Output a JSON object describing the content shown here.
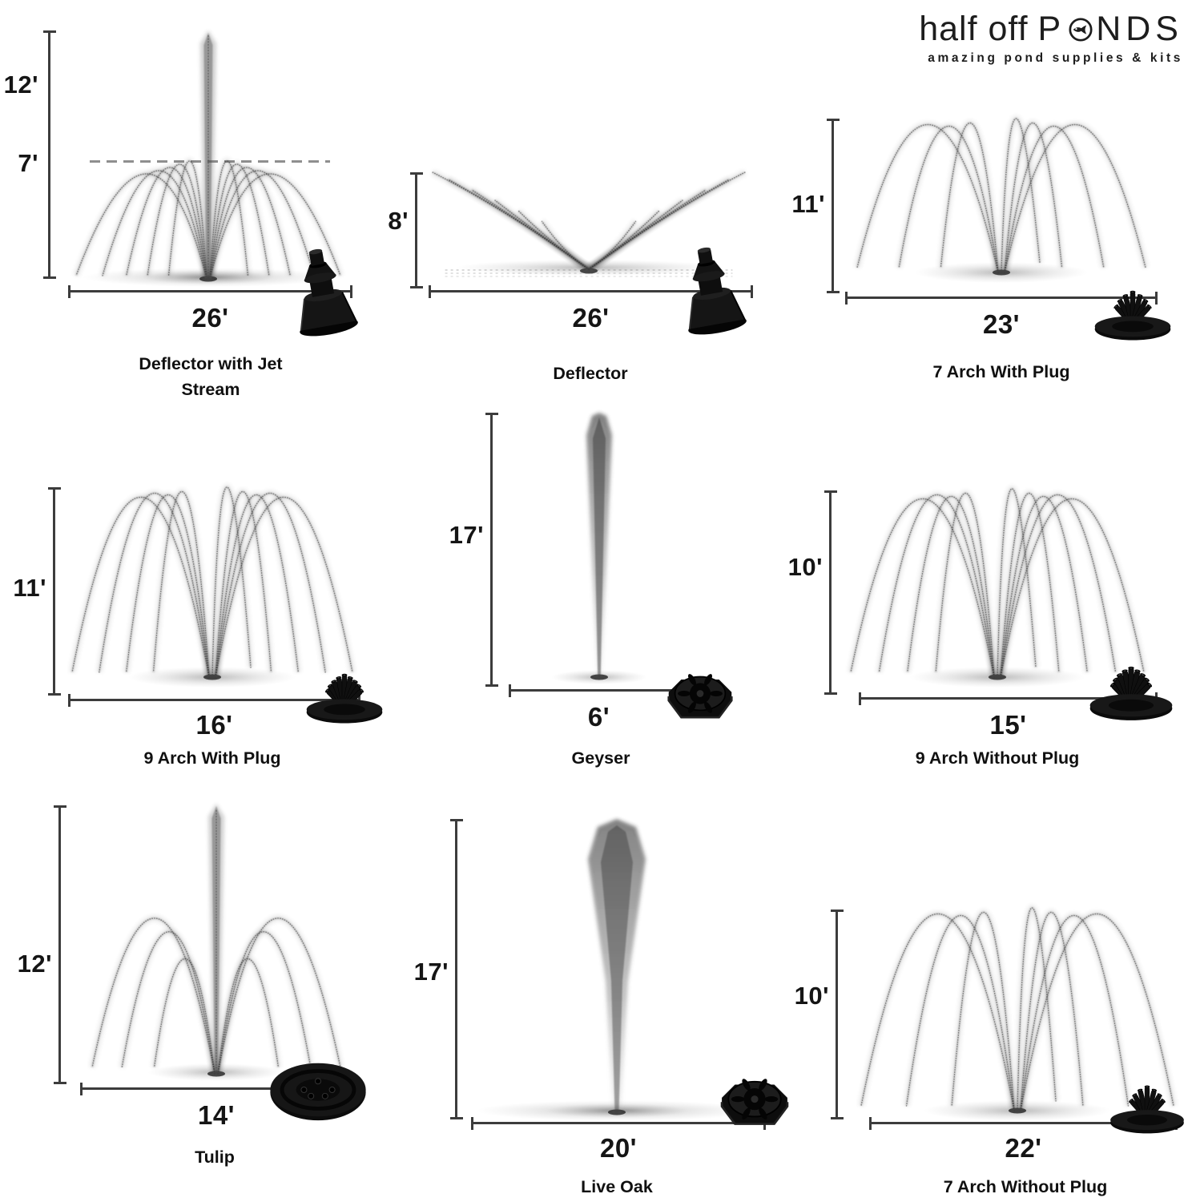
{
  "logo": {
    "brand_prefix": "half off",
    "brand_p": "P",
    "brand_suffix": "NDS",
    "tagline": "amazing pond supplies & kits"
  },
  "palette": {
    "ink": "#151515",
    "measure_line": "#3c3c3c",
    "spray_gray": "#4a4a4a",
    "nozzle_black": "#0d0d0d"
  },
  "fountains": [
    {
      "name": "Deflector with Jet Stream",
      "height_primary": "12'",
      "height_secondary": "7'",
      "width": "26'"
    },
    {
      "name": "Deflector",
      "height_primary": "8'",
      "width": "26'"
    },
    {
      "name": "7 Arch With Plug",
      "height_primary": "11'",
      "width": "23'"
    },
    {
      "name": "9 Arch With Plug",
      "height_primary": "11'",
      "width": "16'"
    },
    {
      "name": "Geyser",
      "height_primary": "17'",
      "width": "6'"
    },
    {
      "name": "9 Arch Without Plug",
      "height_primary": "10'",
      "width": "15'"
    },
    {
      "name": "Tulip",
      "height_primary": "12'",
      "width": "14'"
    },
    {
      "name": "Live Oak",
      "height_primary": "17'",
      "width": "20'"
    },
    {
      "name": "7 Arch Without Plug",
      "height_primary": "10'",
      "width": "22'"
    }
  ]
}
